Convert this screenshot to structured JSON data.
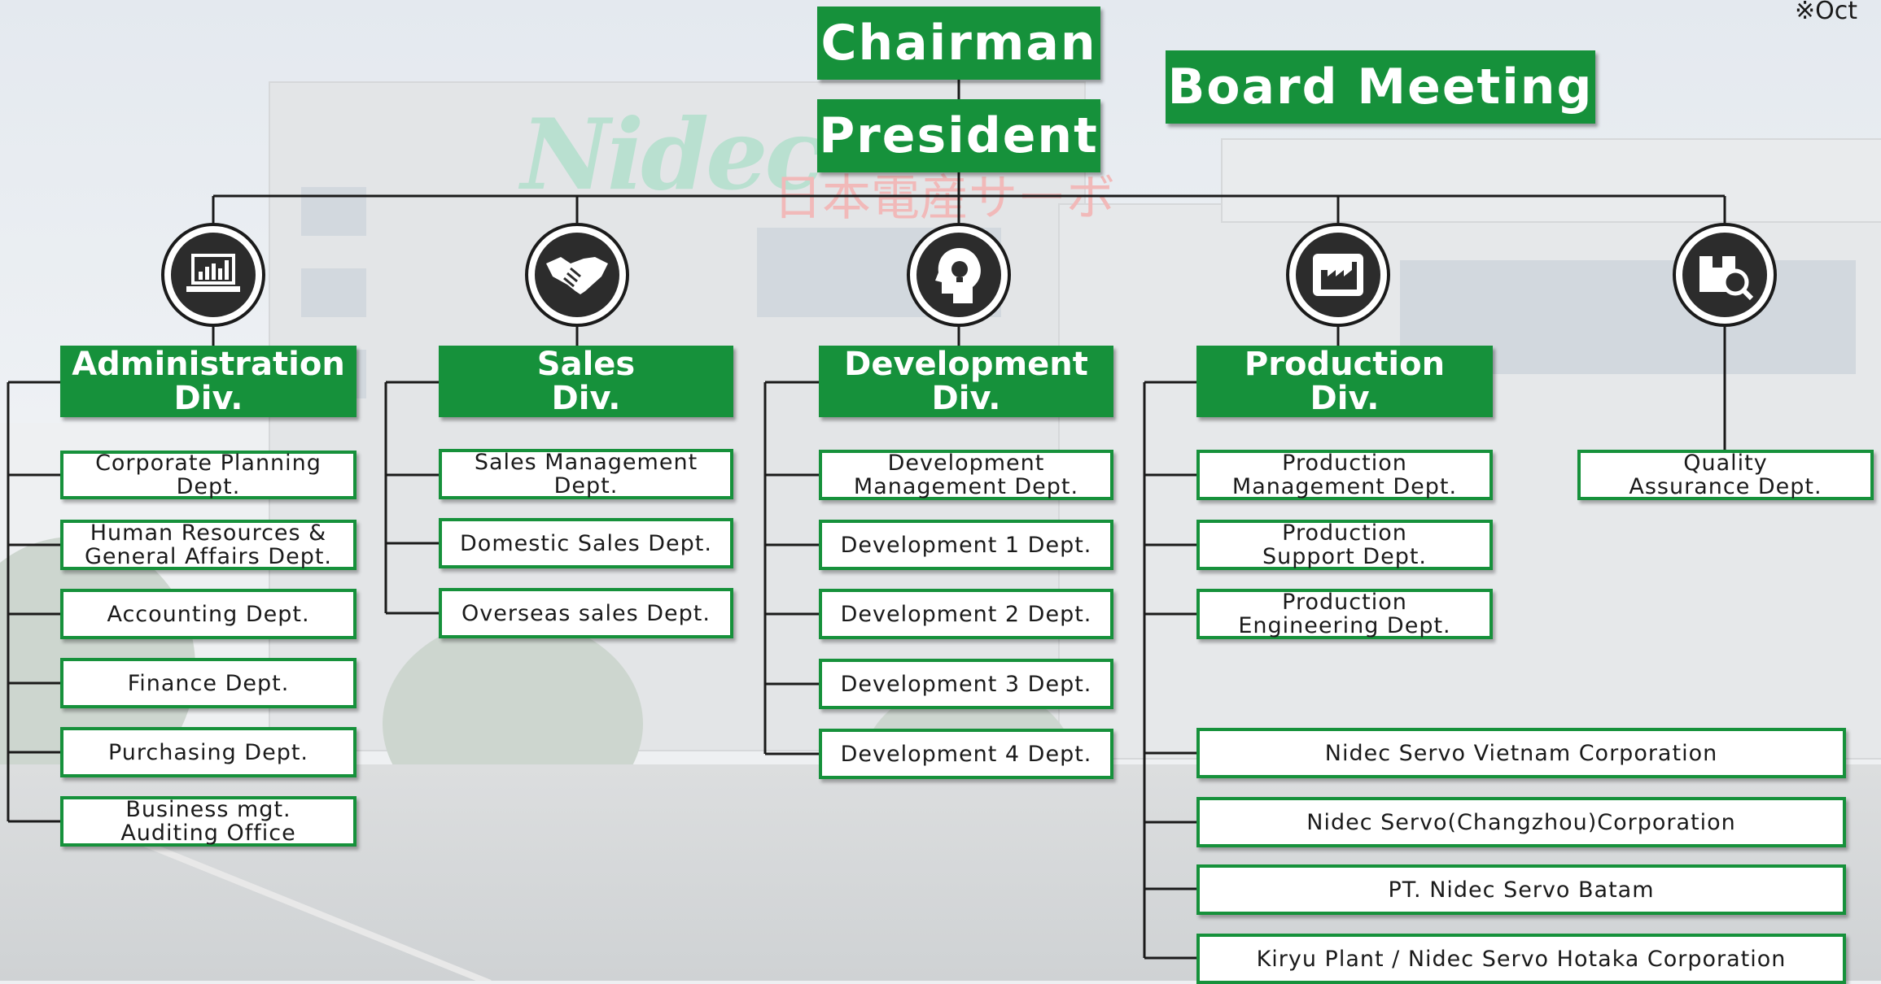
{
  "note": "※Oct",
  "top": {
    "chairman": "Chairman",
    "president": "President",
    "board_meeting": "Board Meeting"
  },
  "icons": {
    "administration": "laptop-chart-icon",
    "sales": "handshake-icon",
    "development": "head-lightbulb-icon",
    "production": "factory-icon",
    "quality": "box-magnifier-icon"
  },
  "colors": {
    "green": "#16913b",
    "line": "#1a1a1a"
  },
  "divisions": {
    "administration": {
      "title": [
        "Administration",
        "Div."
      ],
      "depts": [
        [
          "Corporate Planning Dept."
        ],
        [
          "Human Resources &",
          "General Affairs Dept."
        ],
        [
          "Accounting Dept."
        ],
        [
          "Finance Dept."
        ],
        [
          "Purchasing Dept."
        ],
        [
          "Business mgt.",
          "Auditing Office"
        ]
      ]
    },
    "sales": {
      "title": [
        "Sales",
        "Div."
      ],
      "depts": [
        [
          "Sales Management Dept."
        ],
        [
          "Domestic Sales Dept."
        ],
        [
          "Overseas sales Dept."
        ]
      ]
    },
    "development": {
      "title": [
        "Development",
        "Div."
      ],
      "depts": [
        [
          "Development",
          "Management Dept."
        ],
        [
          "Development 1 Dept."
        ],
        [
          "Development 2 Dept."
        ],
        [
          "Development 3 Dept."
        ],
        [
          "Development 4 Dept."
        ]
      ]
    },
    "production": {
      "title": [
        "Production",
        "Div."
      ],
      "depts": [
        [
          "Production",
          "Management Dept."
        ],
        [
          "Production",
          "Support Dept."
        ],
        [
          "Production",
          "Engineering Dept."
        ]
      ],
      "companies": [
        "Nidec Servo Vietnam Corporation",
        "Nidec Servo(Changzhou)Corporation",
        "PT. Nidec Servo Batam",
        "Kiryu Plant / Nidec Servo Hotaka Corporation"
      ]
    },
    "quality": {
      "depts": [
        [
          "Quality",
          "Assurance Dept."
        ]
      ]
    }
  }
}
